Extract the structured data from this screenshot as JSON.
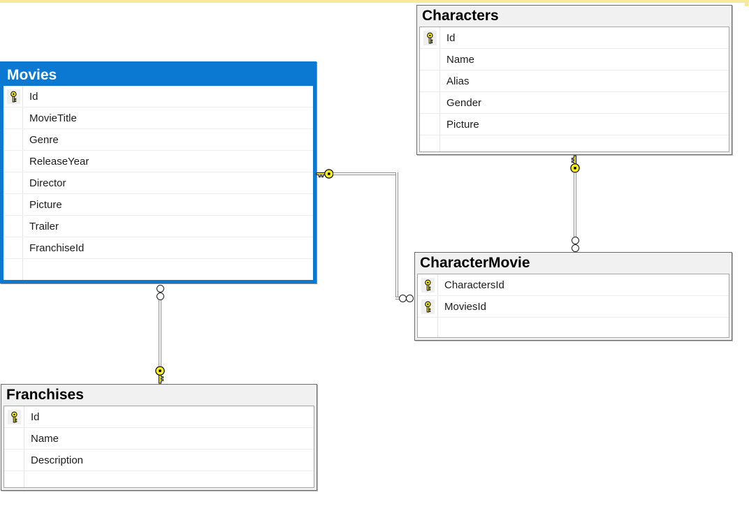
{
  "diagram": {
    "tables": [
      {
        "title": "Movies",
        "selected": true,
        "columns": [
          {
            "name": "Id",
            "is_primary_key": true
          },
          {
            "name": "MovieTitle",
            "is_primary_key": false
          },
          {
            "name": "Genre",
            "is_primary_key": false
          },
          {
            "name": "ReleaseYear",
            "is_primary_key": false
          },
          {
            "name": "Director",
            "is_primary_key": false
          },
          {
            "name": "Picture",
            "is_primary_key": false
          },
          {
            "name": "Trailer",
            "is_primary_key": false
          },
          {
            "name": "FranchiseId",
            "is_primary_key": false
          }
        ]
      },
      {
        "title": "Characters",
        "selected": false,
        "columns": [
          {
            "name": "Id",
            "is_primary_key": true
          },
          {
            "name": "Name",
            "is_primary_key": false
          },
          {
            "name": "Alias",
            "is_primary_key": false
          },
          {
            "name": "Gender",
            "is_primary_key": false
          },
          {
            "name": "Picture",
            "is_primary_key": false
          }
        ]
      },
      {
        "title": "CharacterMovie",
        "selected": false,
        "columns": [
          {
            "name": "CharactersId",
            "is_primary_key": true
          },
          {
            "name": "MoviesId",
            "is_primary_key": true
          }
        ]
      },
      {
        "title": "Franchises",
        "selected": false,
        "columns": [
          {
            "name": "Id",
            "is_primary_key": true
          },
          {
            "name": "Name",
            "is_primary_key": false
          },
          {
            "name": "Description",
            "is_primary_key": false
          }
        ]
      }
    ],
    "relationships": [
      {
        "one_side": "Movies",
        "many_side": "CharacterMovie"
      },
      {
        "one_side": "Characters",
        "many_side": "CharacterMovie"
      },
      {
        "one_side": "Franchises",
        "many_side": "Movies"
      }
    ],
    "colors": {
      "selected_accent": "#0b79d2",
      "key_icon_yellow": "#f8ee1f",
      "top_edge_line": "#f7ea9b",
      "table_header_bg": "#f1f1f1",
      "table_border": "#6b6b6b",
      "relationship_line": "#8f8f8f"
    }
  }
}
